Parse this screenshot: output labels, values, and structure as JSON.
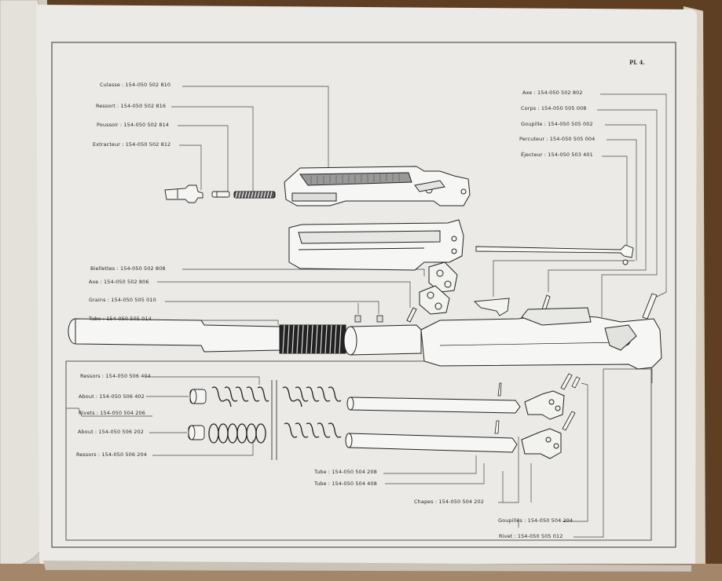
{
  "plate": {
    "number": "PL 4."
  },
  "callouts": {
    "culasse": "Culasse : 154-050 502 810",
    "ressort": "Ressort : 154-050 502 816",
    "poussoir": "Poussoir : 154-050 502 814",
    "extracteur": "Extracteur : 154-050 502 812",
    "axe_top": "Axe : 154-050 502 802",
    "corps": "Corps : 154-050 505 008",
    "goupille": "Goupille : 154-050 505 002",
    "percuteur": "Percuteur : 154-050 505 004",
    "ejecteur": "Éjecteur : 154-050 503 401",
    "biellettes": "Biellettes : 154-050 502 808",
    "axe_mid": "Axe : 154-050 502 806",
    "grains": "Grains : 154-050 505 010",
    "tube_barrel": "Tube : 154-050 505 014",
    "ressors": "Ressors : 154-050 506 404",
    "about_402": "About : 154-050 506 402",
    "rivets": "Rivets : 154-050 504 206",
    "about_202": "About : 154-050 506 202",
    "ressors_204": "Ressors : 154-050 506 204",
    "tube_208": "Tube : 154-050 504 208",
    "tube_408": "Tube : 154-050 504 408",
    "chapes": "Chapes : 154-050 504 202",
    "goupilles": "Goupilles : 154-050 504 204",
    "rivet": "Rivet : 154-050 505 012"
  }
}
